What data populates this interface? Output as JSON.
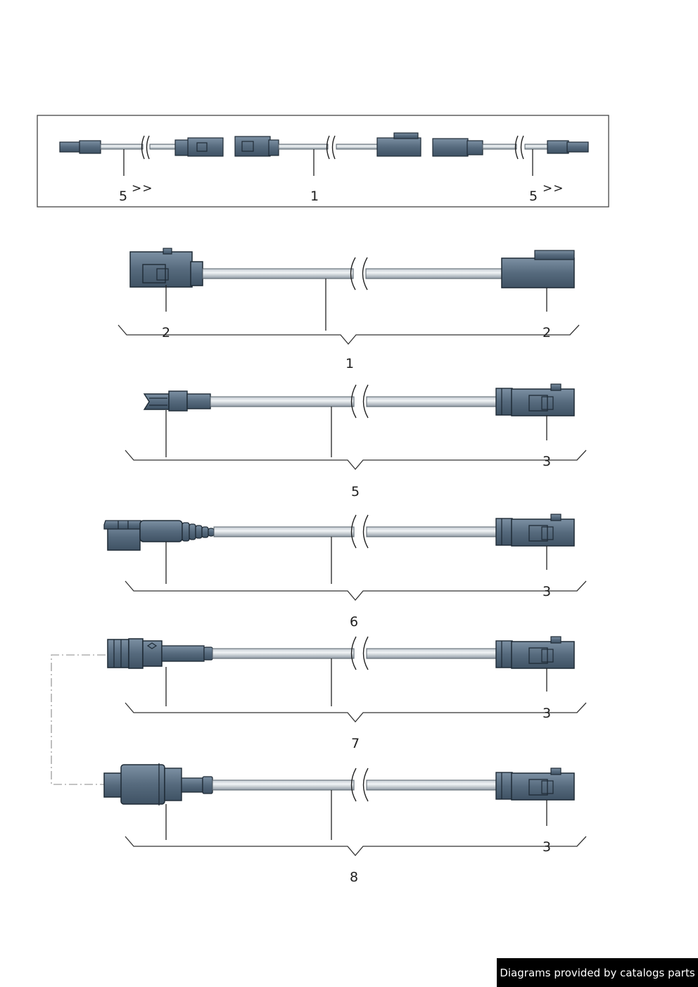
{
  "overview": {
    "left_label": "5",
    "left_arrow": ">>",
    "center_label": "1",
    "right_label": "5",
    "right_arrow": ">>"
  },
  "assemblies": [
    {
      "id": "1",
      "left_label": "2",
      "right_label": "2"
    },
    {
      "id": "5",
      "right_label": "3"
    },
    {
      "id": "6",
      "right_label": "3"
    },
    {
      "id": "7",
      "right_label": "3"
    },
    {
      "id": "8",
      "right_label": "3"
    }
  ],
  "credit": "Diagrams provided by catalogs parts",
  "colors": {
    "connector_fill": "#5d7184",
    "connector_outline": "#1f2b36",
    "cable_light": "#eef2f5",
    "cable_dark": "#9aa4ad",
    "credit_background": "#000000",
    "credit_text": "#ffffff"
  }
}
